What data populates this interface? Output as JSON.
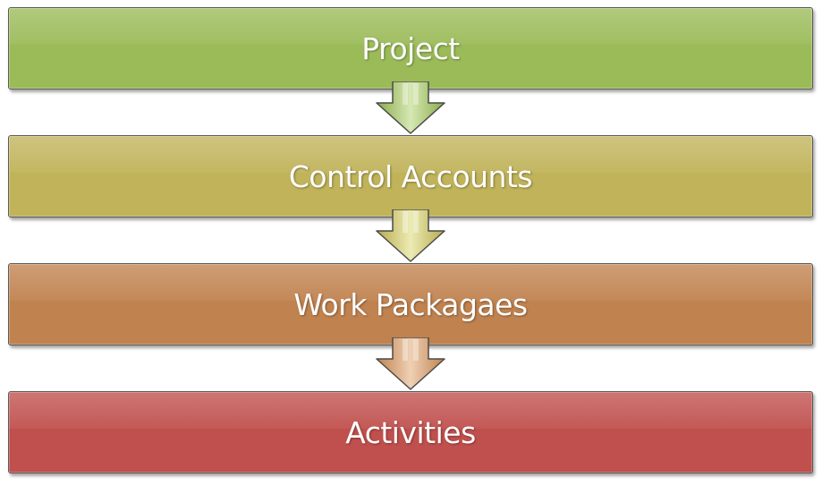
{
  "levels": [
    {
      "label": "Project",
      "color": "#9bbb59"
    },
    {
      "label": "Control Accounts",
      "color": "#c0b35a"
    },
    {
      "label": "Work Packagaes",
      "color": "#c0824f"
    },
    {
      "label": "Activities",
      "color": "#c0504d"
    }
  ],
  "arrows": [
    {
      "from": "Project",
      "to": "Control Accounts",
      "color": "#a9c86a"
    },
    {
      "from": "Control Accounts",
      "to": "Work Packagaes",
      "color": "#ccc46a"
    },
    {
      "from": "Work Packagaes",
      "to": "Activities",
      "color": "#cf9a72"
    }
  ]
}
